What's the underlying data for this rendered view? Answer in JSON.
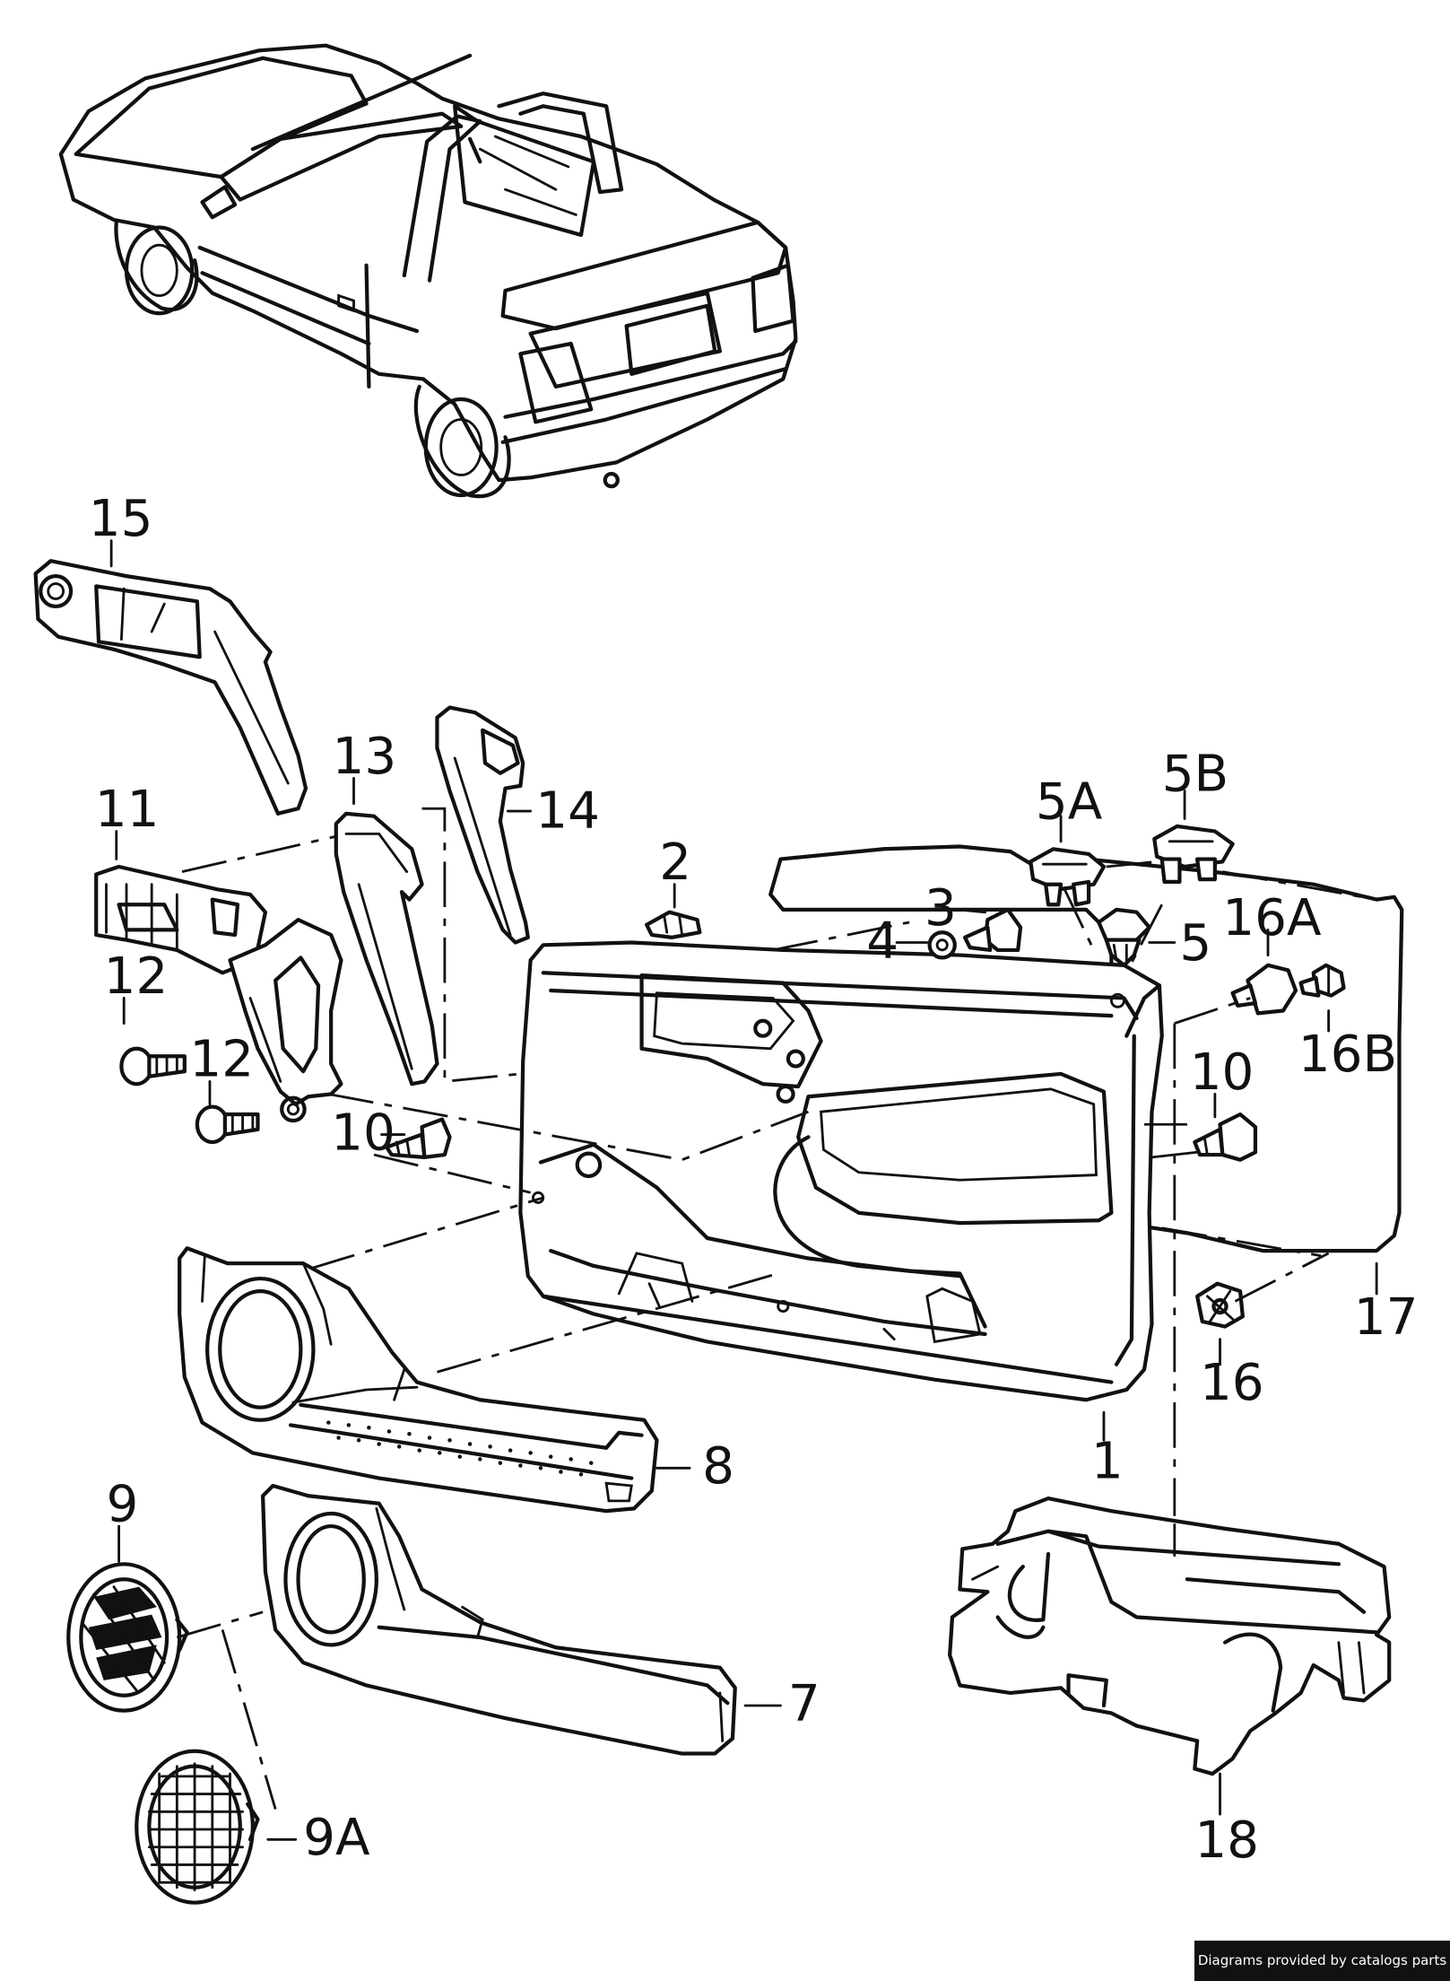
{
  "diagram": {
    "callouts": [
      "15",
      "13",
      "14",
      "11",
      "12",
      "12",
      "10",
      "2",
      "3",
      "4",
      "5A",
      "5B",
      "5",
      "16A",
      "16B",
      "10",
      "17",
      "16",
      "1",
      "8",
      "9",
      "7",
      "9A",
      "18"
    ]
  },
  "credit": {
    "text": "Diagrams provided by catalogs parts"
  },
  "icons": [
    "car-icon"
  ],
  "colors": {
    "ink": "#111111",
    "paper": "#ffffff",
    "credit_bg": "#111111"
  }
}
